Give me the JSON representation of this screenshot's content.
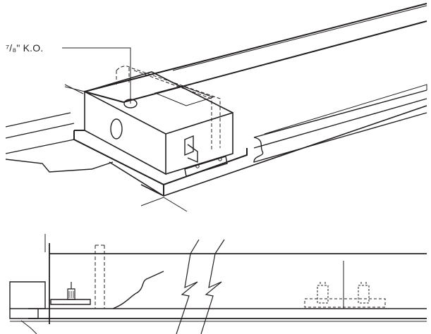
{
  "diagram": {
    "knockout_label": "⁷/₈\" K.O.",
    "line_color": "#231f20"
  },
  "views": {
    "upper": {
      "kind": "isometric-fixture-view"
    },
    "lower": {
      "kind": "section-elevation-view"
    }
  }
}
